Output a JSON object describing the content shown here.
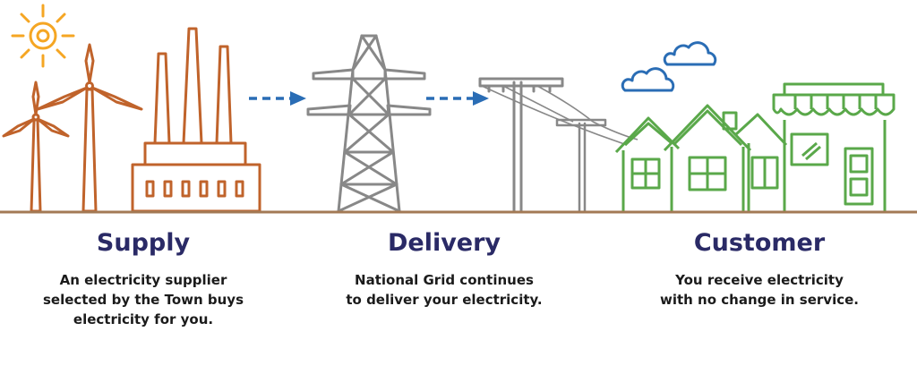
{
  "colors": {
    "supply": "#c0632b",
    "sun": "#f5a623",
    "tower": "#888888",
    "customer": "#5aa84a",
    "cloud": "#2a6db5",
    "arrow": "#2a6db5",
    "ground": "#a37a55",
    "title": "#2a2a66",
    "text": "#1b1b1b"
  },
  "stages": [
    {
      "title": "Supply",
      "lines": [
        "An electricity supplier",
        "selected by the Town buys",
        "electricity for you."
      ]
    },
    {
      "title": "Delivery",
      "lines": [
        "National Grid continues",
        "to deliver your electricity."
      ]
    },
    {
      "title": "Customer",
      "lines": [
        "You receive electricity",
        "with no change in service."
      ]
    }
  ],
  "icons": [
    "sun-icon",
    "wind-turbine-icon",
    "power-plant-icon",
    "transmission-tower-icon",
    "utility-pole-icon",
    "cloud-icon",
    "house-icon",
    "shop-icon",
    "arrow-right-icon"
  ]
}
